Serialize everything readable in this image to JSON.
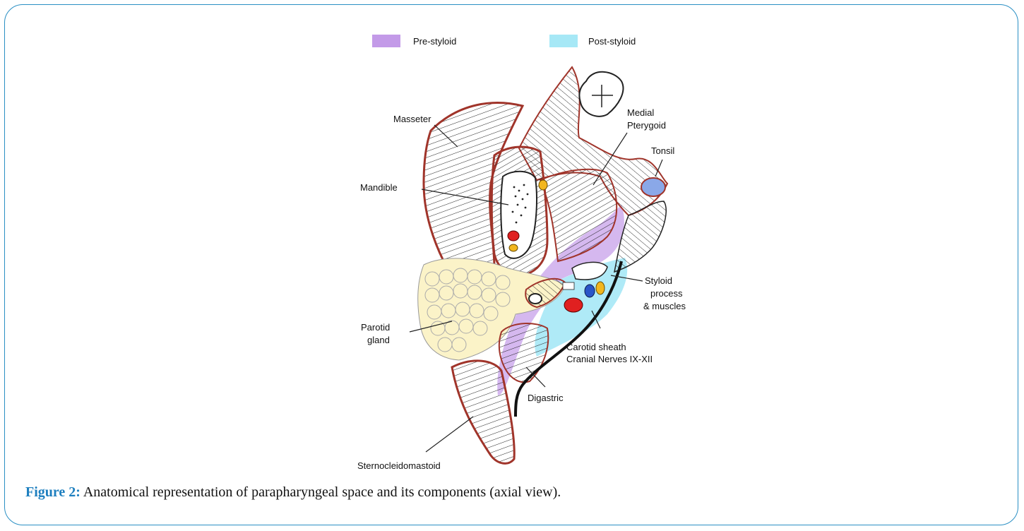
{
  "legend": {
    "pre_styloid": {
      "label": "Pre-styloid",
      "color": "#c39ae8"
    },
    "post_styloid": {
      "label": "Post-styloid",
      "color": "#a6e8f6"
    }
  },
  "labels": {
    "masseter": "Masseter",
    "medial_pterygoid_1": "Medial",
    "medial_pterygoid_2": "Pterygoid",
    "tonsil": "Tonsil",
    "mandible": "Mandible",
    "styloid_1": "Styloid",
    "styloid_2": "process",
    "styloid_3": "& muscles",
    "parotid_1": "Parotid",
    "parotid_2": "gland",
    "carotid_1": "Carotid sheath",
    "carotid_2": "Cranial Nerves IX-XII",
    "digastric": "Digastric",
    "scm": "Sternocleidomastoid"
  },
  "caption": {
    "figure_label": "Figure 2:",
    "text": " Anatomical representation of parapharyngeal space and its components (axial view)."
  },
  "colors": {
    "frame_border": "#2a8fc4",
    "muscle_outline": "#a0342a",
    "parotid_fill": "#fbf3c8",
    "tonsil_fill": "#8aa8e8",
    "artery_red": "#e02020",
    "nerve_yellow": "#f2b61e",
    "figure_label": "#1e7fbf"
  }
}
